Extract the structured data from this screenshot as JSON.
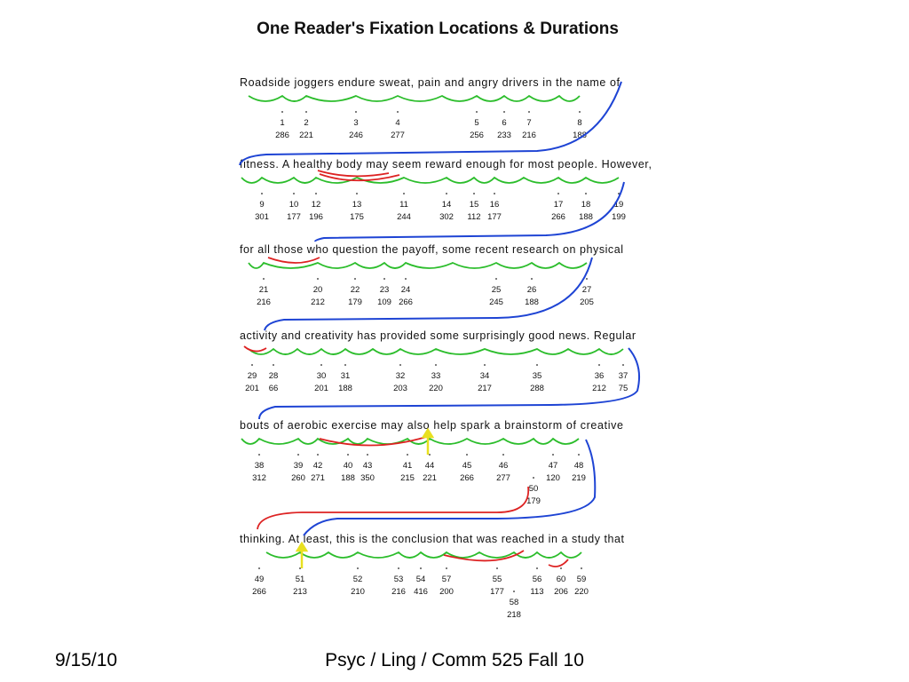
{
  "slide": {
    "title": "One Reader's Fixation Locations & Durations",
    "footer_date": "9/15/10",
    "footer_course": "Psyc / Ling / Comm 525 Fall 10"
  },
  "colors": {
    "forward_saccade": "#2bbd2b",
    "regression": "#dd2222",
    "return_sweep": "#1e44d4",
    "underline": "#2aa7d8",
    "marker": "#e8e020"
  },
  "lines": [
    {
      "text": "Roadside joggers endure sweat, pain and angry drivers in the name of",
      "fixations": [
        {
          "n": "1",
          "d": "286"
        },
        {
          "n": "2",
          "d": "221"
        },
        {
          "n": "3",
          "d": "246"
        },
        {
          "n": "4",
          "d": "277"
        },
        {
          "n": "5",
          "d": "256"
        },
        {
          "n": "6",
          "d": "233"
        },
        {
          "n": "7",
          "d": "216"
        },
        {
          "n": "8",
          "d": "188"
        }
      ]
    },
    {
      "text": "fitness. A healthy body may seem reward enough for most people. However,",
      "fixations": [
        {
          "n": "9",
          "d": "301"
        },
        {
          "n": "10",
          "d": "177"
        },
        {
          "n": "12",
          "d": "196"
        },
        {
          "n": "13",
          "d": "175"
        },
        {
          "n": "11",
          "d": "244"
        },
        {
          "n": "14",
          "d": "302"
        },
        {
          "n": "15",
          "d": "112"
        },
        {
          "n": "16",
          "d": "177"
        },
        {
          "n": "17",
          "d": "266"
        },
        {
          "n": "18",
          "d": "188"
        },
        {
          "n": "19",
          "d": "199"
        }
      ]
    },
    {
      "text": "for all those who question the payoff, some recent research on physical",
      "fixations": [
        {
          "n": "21",
          "d": "216"
        },
        {
          "n": "20",
          "d": "212"
        },
        {
          "n": "22",
          "d": "179"
        },
        {
          "n": "23",
          "d": "109"
        },
        {
          "n": "24",
          "d": "266"
        },
        {
          "n": "25",
          "d": "245"
        },
        {
          "n": "26",
          "d": "188"
        },
        {
          "n": "27",
          "d": "205"
        }
      ]
    },
    {
      "text": "activity and creativity has provided some surprisingly good news. Regular",
      "fixations": [
        {
          "n": "29",
          "d": "201"
        },
        {
          "n": "28",
          "d": "66"
        },
        {
          "n": "30",
          "d": "201"
        },
        {
          "n": "31",
          "d": "188"
        },
        {
          "n": "32",
          "d": "203"
        },
        {
          "n": "33",
          "d": "220"
        },
        {
          "n": "34",
          "d": "217"
        },
        {
          "n": "35",
          "d": "288"
        },
        {
          "n": "36",
          "d": "212"
        },
        {
          "n": "37",
          "d": "75"
        }
      ]
    },
    {
      "text": "bouts of aerobic exercise may also help spark a brainstorm of creative",
      "fixations": [
        {
          "n": "38",
          "d": "312"
        },
        {
          "n": "39",
          "d": "260"
        },
        {
          "n": "42",
          "d": "271"
        },
        {
          "n": "40",
          "d": "188"
        },
        {
          "n": "43",
          "d": "350"
        },
        {
          "n": "41",
          "d": "215"
        },
        {
          "n": "44",
          "d": "221"
        },
        {
          "n": "45",
          "d": "266"
        },
        {
          "n": "46",
          "d": "277"
        },
        {
          "n": "50",
          "d": "179"
        },
        {
          "n": "47",
          "d": "120"
        },
        {
          "n": "48",
          "d": "219"
        }
      ]
    },
    {
      "text": "thinking. At least, this is the conclusion that was reached in a study that",
      "fixations": [
        {
          "n": "49",
          "d": "266"
        },
        {
          "n": "51",
          "d": "213"
        },
        {
          "n": "52",
          "d": "210"
        },
        {
          "n": "53",
          "d": "216"
        },
        {
          "n": "54",
          "d": "416"
        },
        {
          "n": "57",
          "d": "200"
        },
        {
          "n": "55",
          "d": "177"
        },
        {
          "n": "58",
          "d": "218"
        },
        {
          "n": "56",
          "d": "113"
        },
        {
          "n": "60",
          "d": "206"
        },
        {
          "n": "59",
          "d": "220"
        }
      ]
    }
  ]
}
